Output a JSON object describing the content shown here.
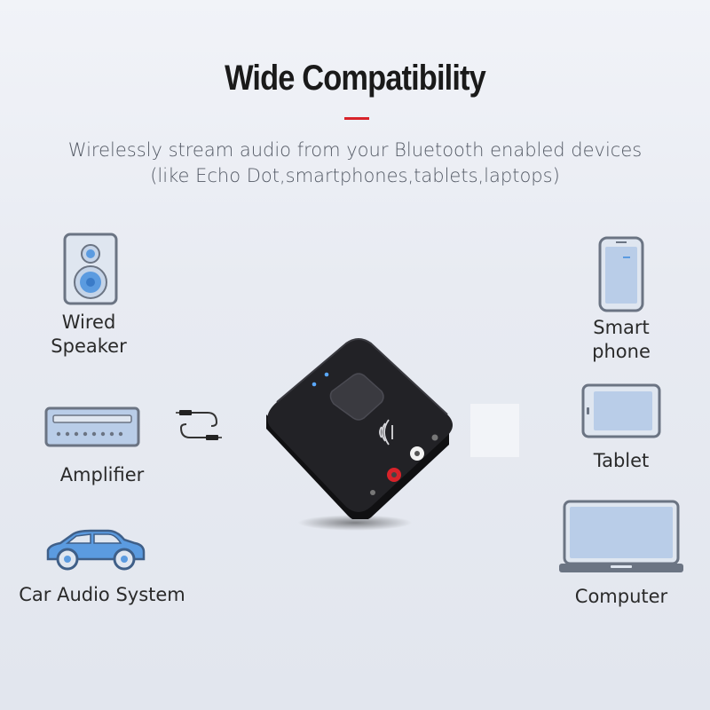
{
  "heading": {
    "title": "Wide Compatibility",
    "subtitle_line1": "Wirelessly stream audio from your Bluetooth enabled devices",
    "subtitle_line2": "(like Echo Dot,smartphones,tablets,laptops)",
    "accent_color": "#d8232a"
  },
  "outputs": [
    {
      "label_line1": "Wired",
      "label_line2": "Speaker",
      "icon": "speaker-icon"
    },
    {
      "label": "Amplifier",
      "icon": "amplifier-icon"
    },
    {
      "label": "Car Audio System",
      "icon": "car-icon"
    }
  ],
  "sources": [
    {
      "label_line1": "Smart",
      "label_line2": "phone",
      "icon": "smartphone-icon"
    },
    {
      "label": "Tablet",
      "icon": "tablet-icon"
    },
    {
      "label": "Computer",
      "icon": "computer-icon"
    }
  ],
  "connector": {
    "icon": "aux-cable-icon"
  },
  "device": {
    "icon": "bluetooth-receiver-icon",
    "color": "#1c1c1e"
  },
  "icon_accent": "#5b9be0"
}
